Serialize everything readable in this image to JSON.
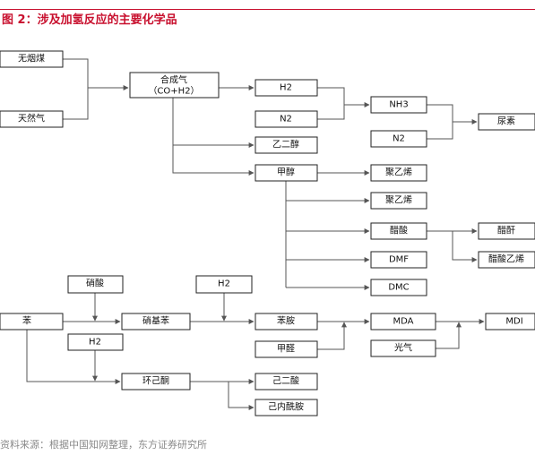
{
  "title": "图 2：涉及加氢反应的主要化学品",
  "source": "资料来源：根据中国知网整理，东方证券研究所",
  "colors": {
    "accent": "#c8102e",
    "line": "#555555",
    "box_border": "#222222"
  },
  "nodes": {
    "anthracite": "无烟煤",
    "natural_gas": "天然气",
    "syngas_line1": "合成气",
    "syngas_line2": "（CO+H2）",
    "h2_a": "H2",
    "n2_a": "N2",
    "nh3": "NH3",
    "n2_b": "N2",
    "urea": "尿素",
    "ethylene_glycol": "乙二醇",
    "methanol": "甲醇",
    "polyethylene_a": "聚乙烯",
    "polyethylene_b": "聚乙烯",
    "acetic_acid": "醋酸",
    "acetic_anhydride": "醋酐",
    "vinyl_acetate": "醋酸乙烯",
    "dmf": "DMF",
    "dmc": "DMC",
    "nitric_acid": "硝酸",
    "h2_b": "H2",
    "benzene": "苯",
    "nitrobenzene": "硝基苯",
    "aniline": "苯胺",
    "mda": "MDA",
    "mdi": "MDI",
    "h2_c": "H2",
    "formaldehyde": "甲醛",
    "phosgene": "光气",
    "cyclohexanone": "环己酮",
    "adipic_acid": "己二酸",
    "caprolactam": "己内酰胺"
  }
}
